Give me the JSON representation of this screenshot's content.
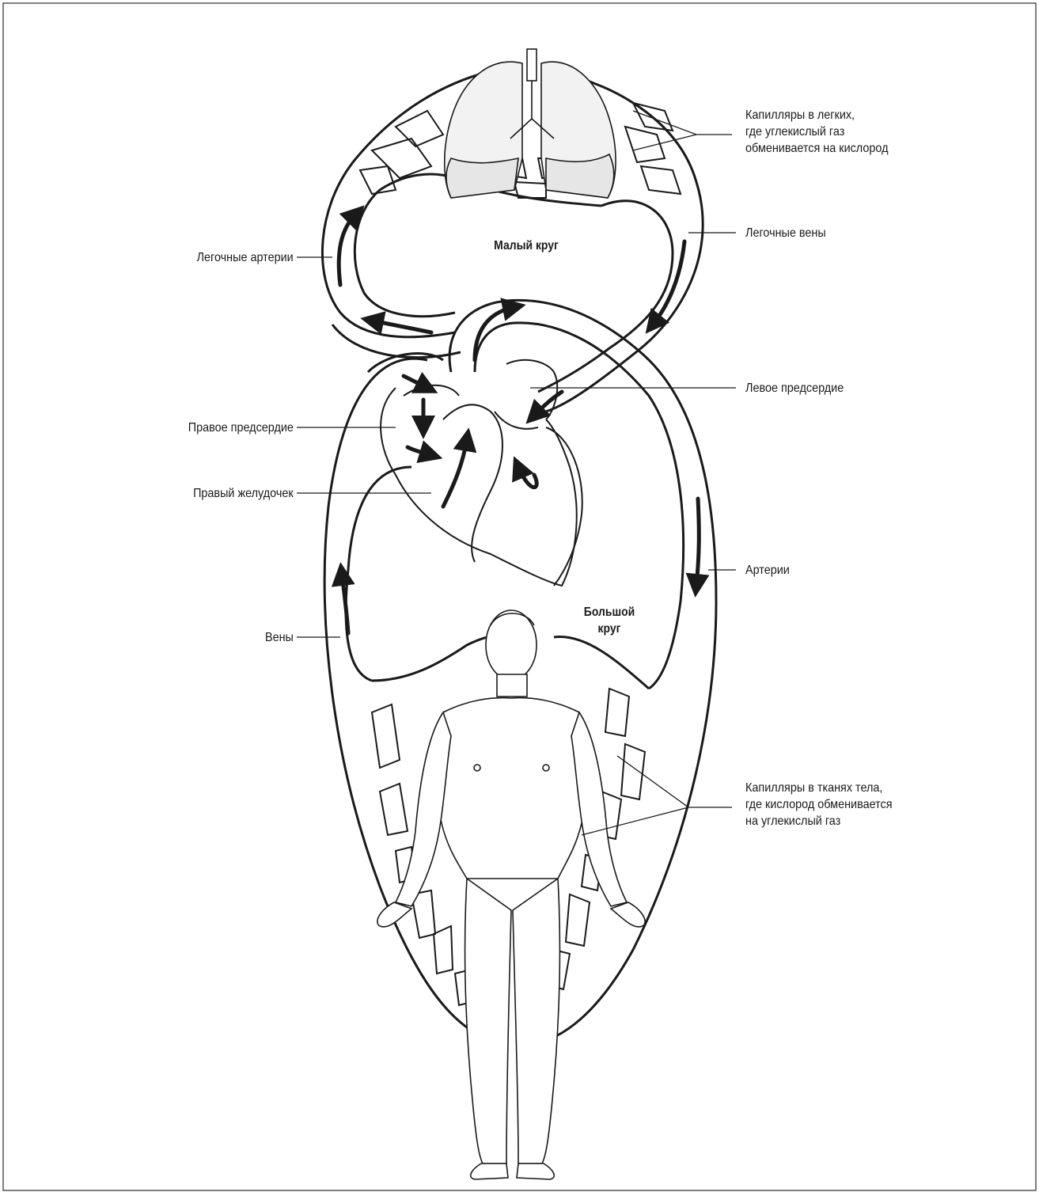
{
  "labels": {
    "lung_capillaries": "Капилляры в легких,\nгде углекислый газ\nобменивается на кислород",
    "pulmonary_veins": "Легочные вены",
    "pulmonary_arteries": "Легочные артерии",
    "pulmonary_circulation": "Малый круг",
    "left_atrium": "Левое предсердие",
    "right_atrium": "Правое предсердие",
    "right_ventricle": "Правый желудочек",
    "arteries": "Артерии",
    "veins": "Вены",
    "systemic_circulation": "Большой\nкруг",
    "tissue_capillaries": "Капилляры в тканях тела,\nгде кислород обменивается\nна углекислый газ"
  },
  "colors": {
    "line": "#1a1a1a",
    "background": "#ffffff",
    "lung_shading": "#e6e6e6"
  },
  "icons": [
    "lungs-icon",
    "heart-icon",
    "human-figure-icon",
    "flow-arrow-icon"
  ]
}
